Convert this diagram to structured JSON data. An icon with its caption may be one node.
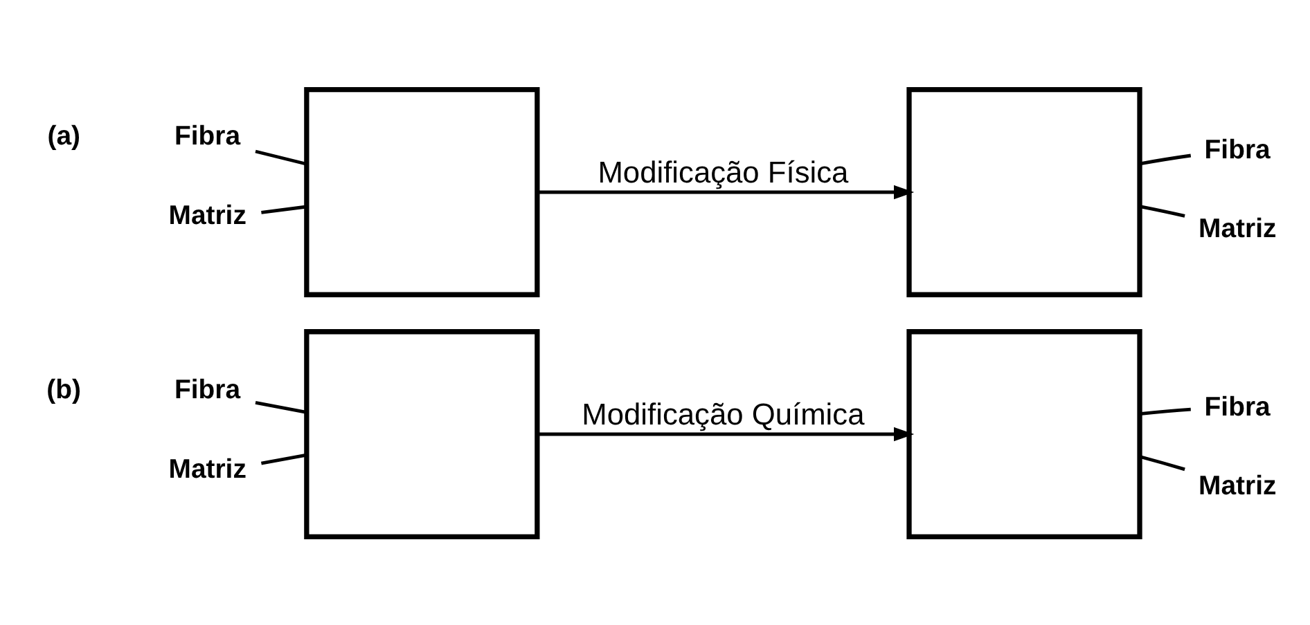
{
  "diagram": {
    "nodes": [
      {
        "text": [],
        "shape": "box"
      },
      {
        "text": [],
        "shape": "box"
      },
      {
        "text": [],
        "shape": "box"
      },
      {
        "text": [],
        "shape": "box"
      },
      {
        "text": [
          "Fibra"
        ]
      },
      {
        "text": [
          "Matriz"
        ]
      },
      {
        "text": [
          "Fibra"
        ]
      },
      {
        "text": [
          "Matriz"
        ]
      },
      {
        "text": [
          "Fibra"
        ]
      },
      {
        "text": [
          "Matriz"
        ]
      },
      {
        "text": [
          "Fibra"
        ]
      },
      {
        "text": [
          "Matriz"
        ]
      }
    ],
    "edges": [
      {
        "from": 4,
        "to": 0,
        "arrow": "none"
      },
      {
        "from": 5,
        "to": 0,
        "arrow": "none"
      },
      {
        "from": 0,
        "to": 1,
        "label": "Modificação Física",
        "arrow": "to"
      },
      {
        "from": 6,
        "to": 1,
        "arrow": "none"
      },
      {
        "from": 7,
        "to": 1,
        "arrow": "none"
      },
      {
        "from": 8,
        "to": 2,
        "arrow": "none"
      },
      {
        "from": 9,
        "to": 2,
        "arrow": "none"
      },
      {
        "from": 2,
        "to": 3,
        "label": "Modificação Química",
        "arrow": "to"
      },
      {
        "from": 10,
        "to": 3,
        "arrow": "none"
      },
      {
        "from": 11,
        "to": 3,
        "arrow": "none"
      }
    ],
    "labels": [
      "(a)",
      "(b)"
    ]
  }
}
